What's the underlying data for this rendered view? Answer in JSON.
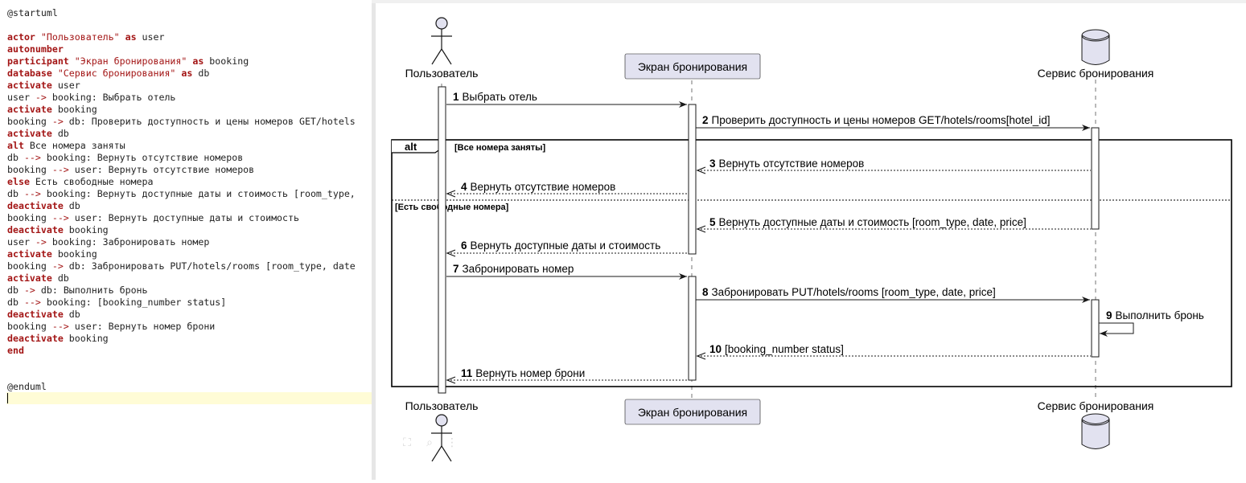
{
  "editor": {
    "lines": [
      [
        {
          "t": "@startuml",
          "c": "plain"
        }
      ],
      [],
      [
        {
          "t": "actor",
          "c": "kw"
        },
        {
          "t": " ",
          "c": "plain"
        },
        {
          "t": "\"Пользователь\"",
          "c": "str"
        },
        {
          "t": " ",
          "c": "plain"
        },
        {
          "t": "as",
          "c": "kw"
        },
        {
          "t": " user",
          "c": "plain"
        }
      ],
      [
        {
          "t": "autonumber",
          "c": "kw"
        }
      ],
      [
        {
          "t": "participant",
          "c": "kw"
        },
        {
          "t": " ",
          "c": "plain"
        },
        {
          "t": "\"Экран бронирования\"",
          "c": "str"
        },
        {
          "t": " ",
          "c": "plain"
        },
        {
          "t": "as",
          "c": "kw"
        },
        {
          "t": " booking",
          "c": "plain"
        }
      ],
      [
        {
          "t": "database",
          "c": "kw"
        },
        {
          "t": " ",
          "c": "plain"
        },
        {
          "t": "\"Сервис бронирования\"",
          "c": "str"
        },
        {
          "t": " ",
          "c": "plain"
        },
        {
          "t": "as",
          "c": "kw"
        },
        {
          "t": " db",
          "c": "plain"
        }
      ],
      [
        {
          "t": "activate",
          "c": "kw"
        },
        {
          "t": " user",
          "c": "plain"
        }
      ],
      [
        {
          "t": "user ",
          "c": "plain"
        },
        {
          "t": "->",
          "c": "arrow"
        },
        {
          "t": " booking: Выбрать отель",
          "c": "plain"
        }
      ],
      [
        {
          "t": "activate",
          "c": "kw"
        },
        {
          "t": " booking",
          "c": "plain"
        }
      ],
      [
        {
          "t": "booking ",
          "c": "plain"
        },
        {
          "t": "->",
          "c": "arrow"
        },
        {
          "t": " db: Проверить доступность и цены номеров GET/hotels",
          "c": "plain"
        }
      ],
      [
        {
          "t": "activate",
          "c": "kw"
        },
        {
          "t": " db",
          "c": "plain"
        }
      ],
      [
        {
          "t": "alt",
          "c": "kw"
        },
        {
          "t": " Все номера заняты",
          "c": "plain"
        }
      ],
      [
        {
          "t": "db ",
          "c": "plain"
        },
        {
          "t": "-->",
          "c": "arrow"
        },
        {
          "t": " booking: Вернуть отсутствие номеров",
          "c": "plain"
        }
      ],
      [
        {
          "t": "booking ",
          "c": "plain"
        },
        {
          "t": "-->",
          "c": "arrow"
        },
        {
          "t": " user: Вернуть отсутствие номеров",
          "c": "plain"
        }
      ],
      [
        {
          "t": "else",
          "c": "kw"
        },
        {
          "t": " Есть свободные номера",
          "c": "plain"
        }
      ],
      [
        {
          "t": "db ",
          "c": "plain"
        },
        {
          "t": "-->",
          "c": "arrow"
        },
        {
          "t": " booking: Вернуть доступные даты и стоимость [room_type,",
          "c": "plain"
        }
      ],
      [
        {
          "t": "deactivate",
          "c": "kw"
        },
        {
          "t": " db",
          "c": "plain"
        }
      ],
      [
        {
          "t": "booking ",
          "c": "plain"
        },
        {
          "t": "-->",
          "c": "arrow"
        },
        {
          "t": " user: Вернуть доступные даты и стоимость",
          "c": "plain"
        }
      ],
      [
        {
          "t": "deactivate",
          "c": "kw"
        },
        {
          "t": " booking",
          "c": "plain"
        }
      ],
      [
        {
          "t": "user ",
          "c": "plain"
        },
        {
          "t": "->",
          "c": "arrow"
        },
        {
          "t": " booking: Забронировать номер",
          "c": "plain"
        }
      ],
      [
        {
          "t": "activate",
          "c": "kw"
        },
        {
          "t": " booking",
          "c": "plain"
        }
      ],
      [
        {
          "t": "booking ",
          "c": "plain"
        },
        {
          "t": "->",
          "c": "arrow"
        },
        {
          "t": " db: Забронировать PUT/hotels/rooms [room_type, date",
          "c": "plain"
        }
      ],
      [
        {
          "t": "activate",
          "c": "kw"
        },
        {
          "t": " db",
          "c": "plain"
        }
      ],
      [
        {
          "t": "db ",
          "c": "plain"
        },
        {
          "t": "->",
          "c": "arrow"
        },
        {
          "t": " db: Выполнить бронь",
          "c": "plain"
        }
      ],
      [
        {
          "t": "db ",
          "c": "plain"
        },
        {
          "t": "-->",
          "c": "arrow"
        },
        {
          "t": " booking: [booking_number status]",
          "c": "plain"
        }
      ],
      [
        {
          "t": "deactivate",
          "c": "kw"
        },
        {
          "t": " db",
          "c": "plain"
        }
      ],
      [
        {
          "t": "booking ",
          "c": "plain"
        },
        {
          "t": "-->",
          "c": "arrow"
        },
        {
          "t": " user: Вернуть номер брони",
          "c": "plain"
        }
      ],
      [
        {
          "t": "deactivate",
          "c": "kw"
        },
        {
          "t": " booking",
          "c": "plain"
        }
      ],
      [
        {
          "t": "end",
          "c": "kw"
        }
      ],
      [],
      [],
      [
        {
          "t": "@enduml",
          "c": "plain"
        }
      ]
    ]
  },
  "diagram": {
    "participants": [
      {
        "id": "user",
        "label": "Пользователь",
        "kind": "actor"
      },
      {
        "id": "booking",
        "label": "Экран бронирования",
        "kind": "participant"
      },
      {
        "id": "db",
        "label": "Сервис бронирования",
        "kind": "database"
      }
    ],
    "messages": [
      {
        "num": "1",
        "text": "Выбрать отель",
        "from": "user",
        "to": "booking",
        "style": "solid"
      },
      {
        "num": "2",
        "text": "Проверить доступность и цены номеров GET/hotels/rooms[hotel_id]",
        "from": "booking",
        "to": "db",
        "style": "solid"
      },
      {
        "num": "3",
        "text": "Вернуть отсутствие номеров",
        "from": "db",
        "to": "booking",
        "style": "dashed"
      },
      {
        "num": "4",
        "text": "Вернуть отсутствие номеров",
        "from": "booking",
        "to": "user",
        "style": "dashed"
      },
      {
        "num": "5",
        "text": "Вернуть доступные даты и стоимость [room_type, date, price]",
        "from": "db",
        "to": "booking",
        "style": "dashed"
      },
      {
        "num": "6",
        "text": "Вернуть доступные даты и стоимость",
        "from": "booking",
        "to": "user",
        "style": "dashed"
      },
      {
        "num": "7",
        "text": "Забронировать номер",
        "from": "user",
        "to": "booking",
        "style": "solid"
      },
      {
        "num": "8",
        "text": "Забронировать PUT/hotels/rooms [room_type, date, price]",
        "from": "booking",
        "to": "db",
        "style": "solid"
      },
      {
        "num": "9",
        "text": "Выполнить бронь",
        "from": "db",
        "to": "db",
        "style": "solid"
      },
      {
        "num": "10",
        "text": "[booking_number status]",
        "from": "db",
        "to": "booking",
        "style": "dashed"
      },
      {
        "num": "11",
        "text": "Вернуть номер брони",
        "from": "booking",
        "to": "user",
        "style": "dashed"
      }
    ],
    "alt": {
      "keyword": "alt",
      "guard1": "[Все номера заняты]",
      "guard2": "[Есть свободные номера]"
    }
  },
  "colors": {
    "participant_fill": "#e2e2f0",
    "participant_stroke": "#181818",
    "current_line": "#fffcd6",
    "keyword": "#a31515"
  },
  "toolbar_icons": [
    "crop-icon",
    "search-icon",
    "more-icon"
  ]
}
